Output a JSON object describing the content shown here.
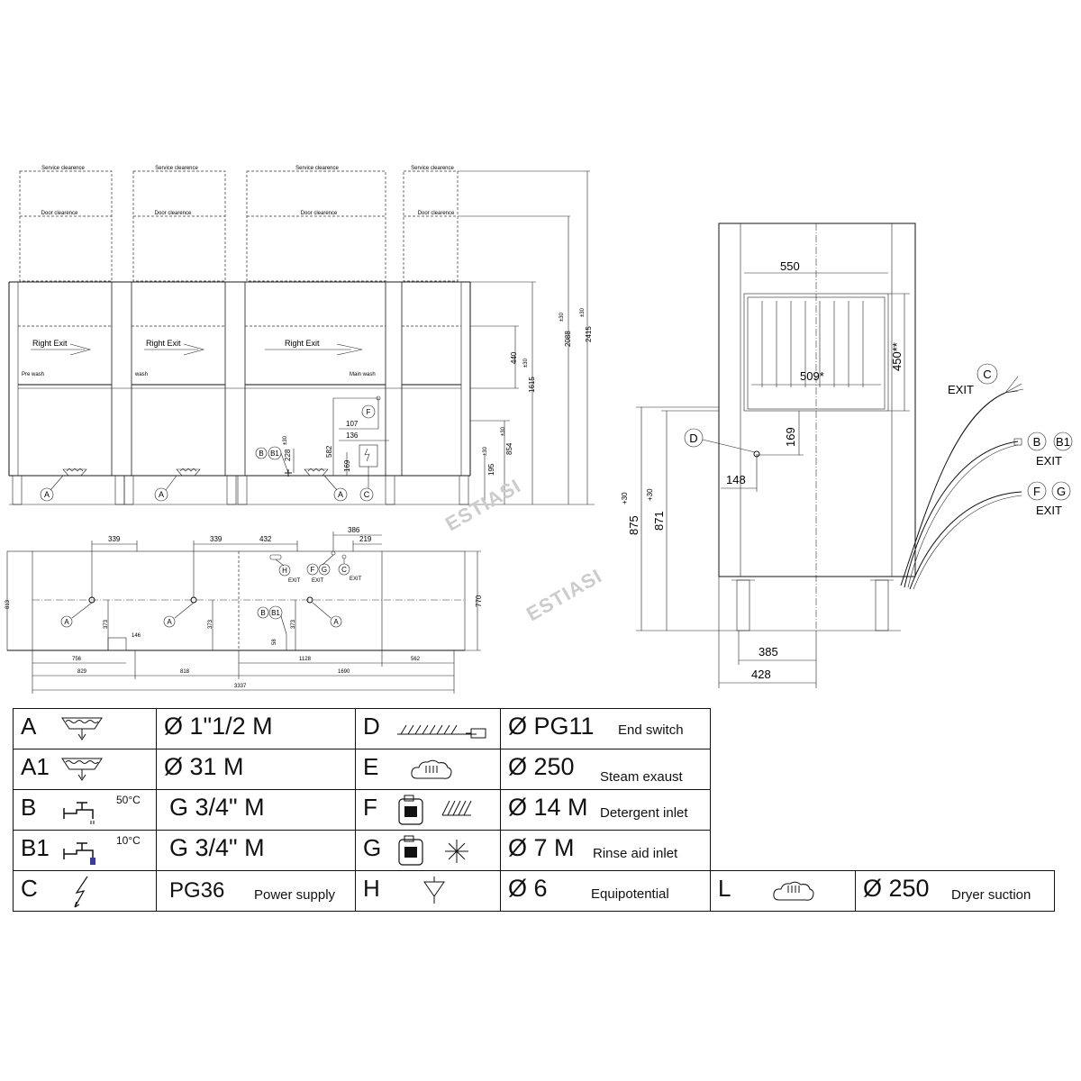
{
  "front_view": {
    "service_clearence": "Service clearence",
    "door_clearence": "Door clearence",
    "right_exit": "Right Exit",
    "modules": [
      "Pre wash",
      "wash",
      "Main wash"
    ],
    "dims": {
      "d2415": "2415",
      "d2088": "2088",
      "d1615": "1615",
      "d440": "440",
      "d854": "854",
      "d195": "195",
      "d582": "582",
      "d228": "228",
      "d169": "169",
      "d107": "107",
      "d136": "136",
      "tol30": "±30",
      "tol30b": "+30"
    },
    "labels": {
      "A": "A",
      "B": "B",
      "B1": "B1",
      "C": "C",
      "F": "F"
    }
  },
  "plan_view": {
    "dims": [
      "339",
      "339",
      "432",
      "386",
      "219",
      "813",
      "770",
      "373",
      "373",
      "373",
      "58",
      "146",
      "756",
      "829",
      "818",
      "1128",
      "1690",
      "562",
      "3337"
    ],
    "labels": {
      "H": "H",
      "F": "F",
      "G": "G",
      "C": "C",
      "B": "B",
      "B1": "B1",
      "A": "A",
      "exit": "EXIT"
    }
  },
  "side_view": {
    "dims": {
      "w550": "550",
      "h450": "450**",
      "w509": "509*",
      "h169": "169",
      "w148": "148",
      "h875": "875",
      "h871": "871",
      "tol": "+30",
      "w385": "385",
      "w428": "428"
    },
    "labels": {
      "D": "D",
      "C": "C",
      "B": "B",
      "B1": "B1",
      "F": "F",
      "G": "G",
      "exit": "EXIT"
    }
  },
  "watermark": "ESTIASI",
  "legend": [
    {
      "code": "A",
      "icon": "drain-icon",
      "value": "Ø 1\"1/2 M",
      "desc": ""
    },
    {
      "code": "A1",
      "icon": "drain-icon",
      "value": "Ø 31 M",
      "desc": ""
    },
    {
      "code": "B",
      "icon": "hot-water-tap-icon",
      "temp": "50°C",
      "value": "G 3/4\" M",
      "desc": ""
    },
    {
      "code": "B1",
      "icon": "cold-water-tap-icon",
      "temp": "10°C",
      "value": "G 3/4\" M",
      "desc": ""
    },
    {
      "code": "C",
      "icon": "lightning-icon",
      "value": "PG36",
      "desc": "Power supply"
    },
    {
      "code": "D",
      "icon": "end-switch-icon",
      "value": "Ø PG11",
      "desc": "End switch"
    },
    {
      "code": "E",
      "icon": "steam-cloud-icon",
      "value": "Ø 250",
      "desc": "Steam exaust"
    },
    {
      "code": "F",
      "icon": "detergent-icon",
      "value": "Ø 14 M",
      "desc": "Detergent inlet"
    },
    {
      "code": "G",
      "icon": "rinse-aid-icon",
      "value": "Ø 7 M",
      "desc": "Rinse aid inlet"
    },
    {
      "code": "H",
      "icon": "equipotential-icon",
      "value": "Ø 6",
      "desc": "Equipotential"
    },
    {
      "code": "L",
      "icon": "dryer-cloud-icon",
      "value": "Ø 250",
      "desc": "Dryer suction"
    }
  ],
  "colors": {
    "line": "#111111",
    "cold_water": "#3a3aa0",
    "watermark": "#cccccc"
  }
}
